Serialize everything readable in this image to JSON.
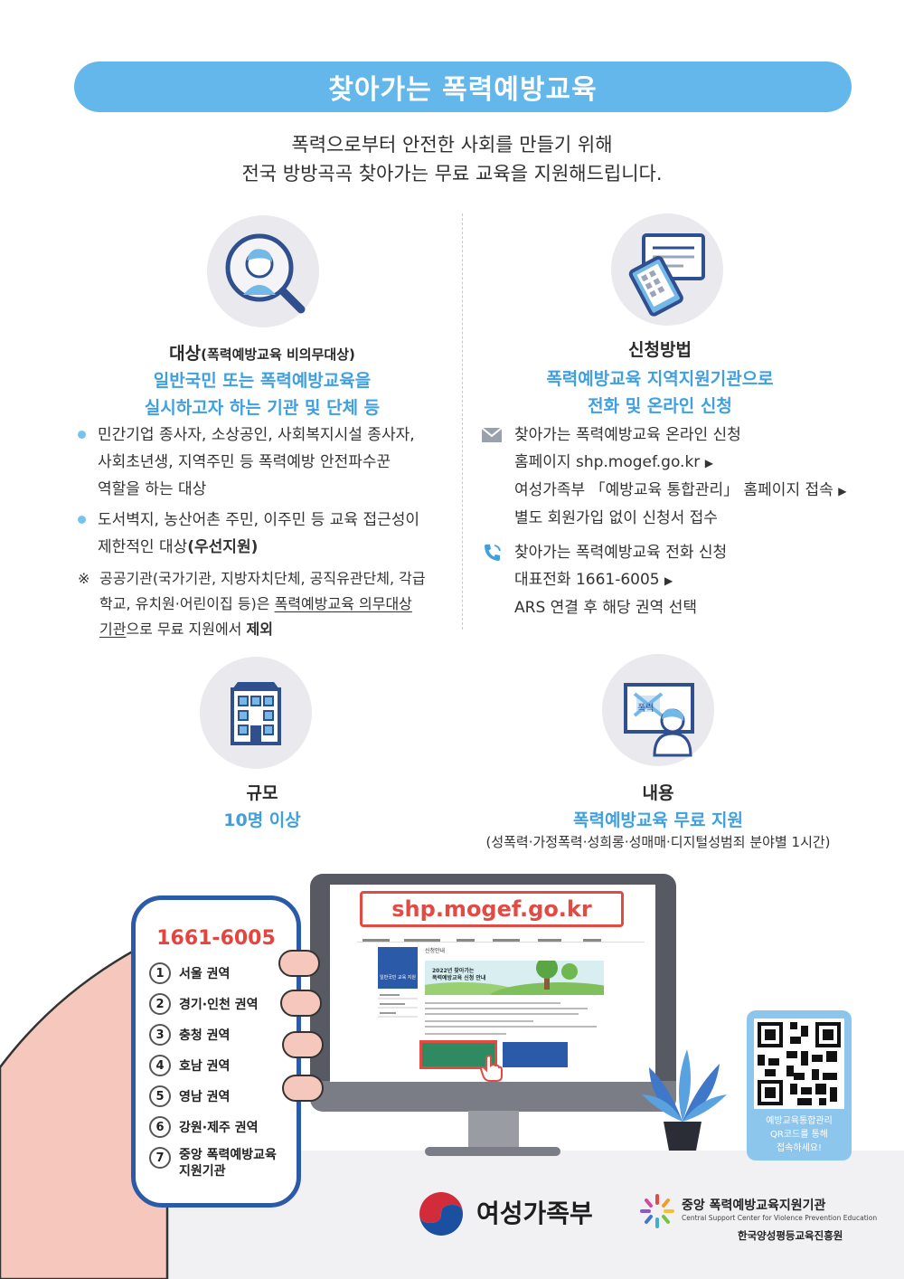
{
  "title": "찾아가는 폭력예방교육",
  "intro": {
    "line1": "폭력으로부터 안전한 사회를 만들기 위해",
    "line2": "전국 방방곡곡 찾아가는 무료 교육을 지원해드립니다."
  },
  "target": {
    "icon": "person-magnifier-icon",
    "heading": "대상",
    "heading_sub": "(폭력예방교육 비의무대상)",
    "highlight1": "일반국민 또는 폭력예방교육을",
    "highlight2": "실시하고자 하는 기관 및 단체 등",
    "bullet1_l1": "민간기업 종사자, 소상공인, 사회복지시설 종사자,",
    "bullet1_l2": "사회초년생, 지역주민 등 폭력예방 안전파수꾼",
    "bullet1_l3": "역할을 하는 대상",
    "bullet2_l1": "도서벽지, 농산어촌 주민, 이주민 등 교육 접근성이",
    "bullet2_l2": "제한적인 대상",
    "bullet2_bold": "(우선지원)",
    "note_mark": "※",
    "note_l1": "공공기관(국가기관, 지방자치단체, 공직유관단체, 각급",
    "note_l2a": "학교, 유치원·어린이집 등)은 ",
    "note_l2u": "폭력예방교육 의무대상",
    "note_l3u": "기관",
    "note_l3b": "으로 무료 지원에서 ",
    "note_l3bold": "제외"
  },
  "apply": {
    "icon": "monitor-tablet-icon",
    "heading": "신청방법",
    "highlight1": "폭력예방교육 지역지원기관으로",
    "highlight2": "전화 및 온라인 신청",
    "online_title": "찾아가는 폭력예방교육 온라인 신청",
    "online_l1": "홈페이지 shp.mogef.go.kr",
    "online_l2": "여성가족부 「예방교육 통합관리」 홈페이지 접속",
    "online_l3": "별도 회원가입 없이 신청서 접수",
    "phone_title": "찾아가는 폭력예방교육 전화 신청",
    "phone_l1": "대표전화 1661-6005",
    "phone_l2": "ARS 연결 후 해당 권역 선택",
    "arrow": "▶"
  },
  "scale": {
    "icon": "building-icon",
    "heading": "규모",
    "value": "10명 이상"
  },
  "content": {
    "icon": "presentation-board-icon",
    "board_text": "폭력",
    "heading": "내용",
    "value": "폭력예방교육 무료 지원",
    "detail": "(성폭력·가정폭력·성희롱·성매매·디지털성범죄 분야별 1시간)"
  },
  "phone_screen": {
    "number": "1661-6005",
    "regions": [
      {
        "num": "1",
        "label": "서울 권역"
      },
      {
        "num": "2",
        "label": "경기·인천 권역"
      },
      {
        "num": "3",
        "label": "충청 권역"
      },
      {
        "num": "4",
        "label": "호남 권역"
      },
      {
        "num": "5",
        "label": "영남 권역"
      },
      {
        "num": "6",
        "label": "강원·제주 권역"
      },
      {
        "num": "7",
        "label": "중앙 폭력예방교육"
      }
    ],
    "region7_l2": "지원기관"
  },
  "monitor": {
    "url": "shp.mogef.go.kr",
    "banner_title": "2022년 찾아가는",
    "banner_sub": "폭력예방교육 신청 안내",
    "side_title": "일반국민 교육 지원",
    "page_heading": "신청안내"
  },
  "qr": {
    "caption_l1": "예방교육통합관리",
    "caption_l2": "QR코드를 통해",
    "caption_l3": "접속하세요!"
  },
  "logos": {
    "mogef": "여성가족부",
    "center_ko": "중앙 폭력예방교육지원기관",
    "center_en": "Central Support Center for Violence Prevention Education",
    "center_org": "한국양성평등교육진흥원"
  },
  "colors": {
    "accent_blue": "#63b7ea",
    "text_blue": "#3f9fe0",
    "red": "#e24a44",
    "phone_frame": "#2a5aa8"
  }
}
